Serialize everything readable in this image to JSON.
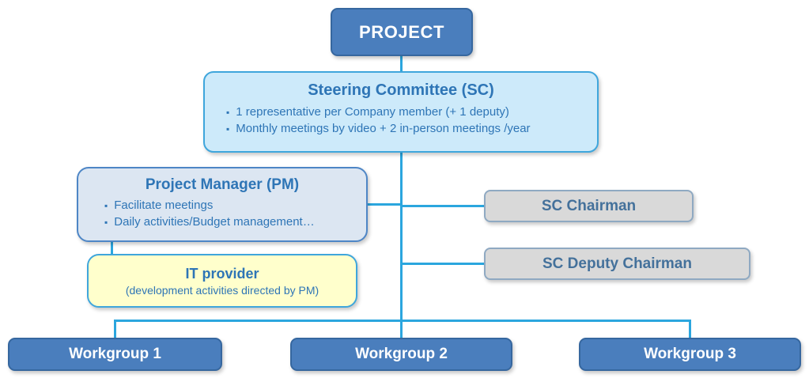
{
  "colors": {
    "dark_node_fill": "#4A7EBD",
    "dark_node_text": "#FFFFFF",
    "connector_blue": "#2BA6DE",
    "steering_fill": "#CDEAFA",
    "steering_border": "#3FA6DC",
    "pm_fill": "#DCE6F2",
    "it_fill": "#FFFFCC",
    "grey_fill": "#D9D9D9",
    "title_blue": "#2E75B6",
    "grey_label_blue": "#44719B"
  },
  "nodes": {
    "project": {
      "label": "PROJECT"
    },
    "steering_committee": {
      "title": "Steering Committee (SC)",
      "bullets": [
        "1 representative per Company member (+ 1 deputy)",
        "Monthly meetings by video + 2 in-person meetings /year"
      ]
    },
    "project_manager": {
      "title": "Project Manager (PM)",
      "bullets": [
        "Facilitate meetings",
        "Daily activities/Budget management…"
      ]
    },
    "it_provider": {
      "title": "IT provider",
      "subtitle": "(development activities directed by PM)"
    },
    "sc_chairman": {
      "label": "SC Chairman"
    },
    "sc_deputy_chairman": {
      "label": "SC Deputy Chairman"
    },
    "workgroups": [
      {
        "label": "Workgroup 1"
      },
      {
        "label": "Workgroup 2"
      },
      {
        "label": "Workgroup 3"
      }
    ]
  }
}
